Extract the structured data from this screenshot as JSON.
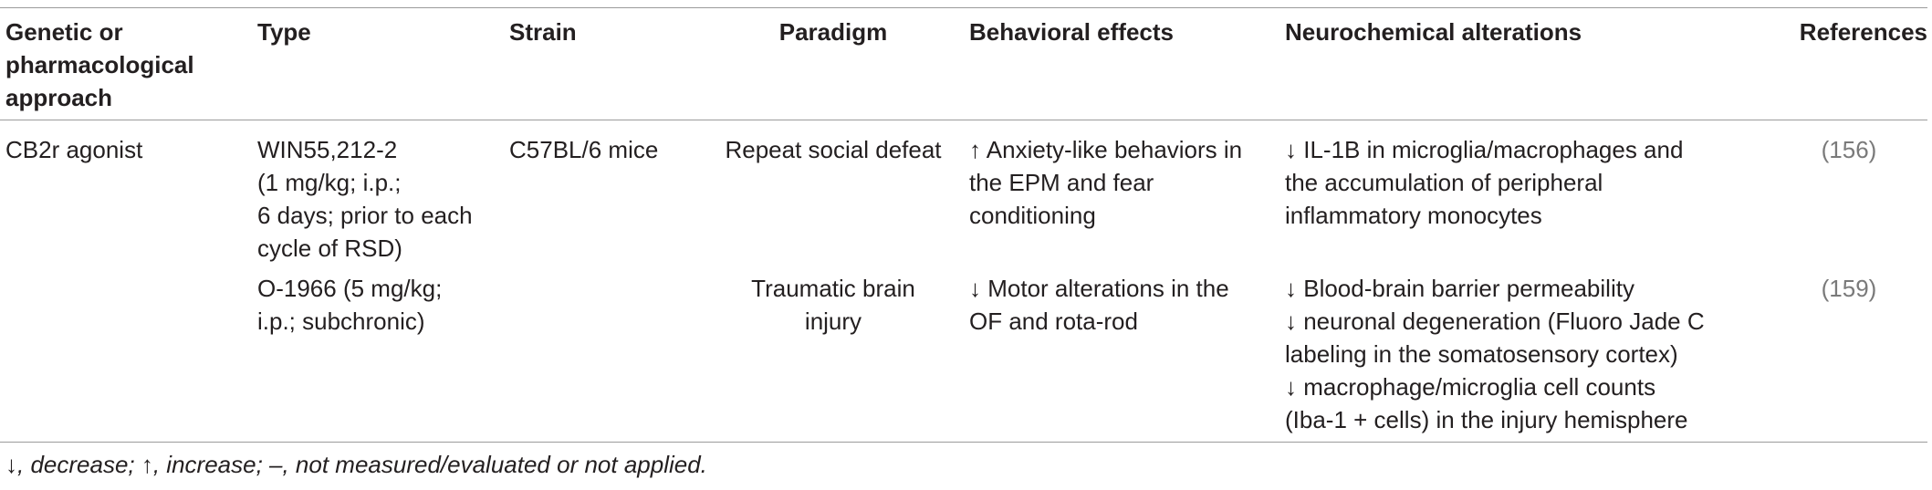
{
  "table": {
    "headers": {
      "approach": [
        "Genetic or",
        "pharmacological",
        "approach"
      ],
      "type": "Type",
      "strain": "Strain",
      "paradigm": "Paradigm",
      "behavioral": "Behavioral effects",
      "neurochemical": "Neurochemical alterations",
      "references": "References"
    },
    "rows": [
      {
        "approach": "CB2r agonist",
        "type": [
          "WIN55,212-2",
          "(1 mg/kg; i.p.;",
          "6 days; prior to each",
          "cycle of RSD)"
        ],
        "strain": "C57BL/6 mice",
        "paradigm": [
          "Repeat social defeat"
        ],
        "behavioral": [
          "↑ Anxiety-like behaviors in",
          "the EPM and fear",
          "conditioning"
        ],
        "neurochemical": [
          "↓ IL-1B in microglia/macrophages and",
          "the accumulation of peripheral",
          "inflammatory monocytes"
        ],
        "reference": "(156)"
      },
      {
        "approach": "",
        "type": [
          "O-1966 (5 mg/kg;",
          "i.p.; subchronic)"
        ],
        "strain": "",
        "paradigm": [
          "Traumatic brain",
          "injury"
        ],
        "behavioral": [
          "↓ Motor alterations in the",
          "OF and rota-rod"
        ],
        "neurochemical": [
          "↓ Blood-brain barrier permeability",
          "↓ neuronal degeneration (Fluoro Jade C",
          "labeling in the somatosensory cortex)",
          "↓ macrophage/microglia cell counts",
          "(Iba-1 + cells) in the injury hemisphere"
        ],
        "reference": "(159)"
      }
    ]
  },
  "footnote": "↓, decrease; ↑, increase; –, not measured/evaluated or not applied.",
  "colors": {
    "text": "#231f20",
    "reference_link": "#7a7a7a",
    "rule": "#9b9b9b"
  }
}
